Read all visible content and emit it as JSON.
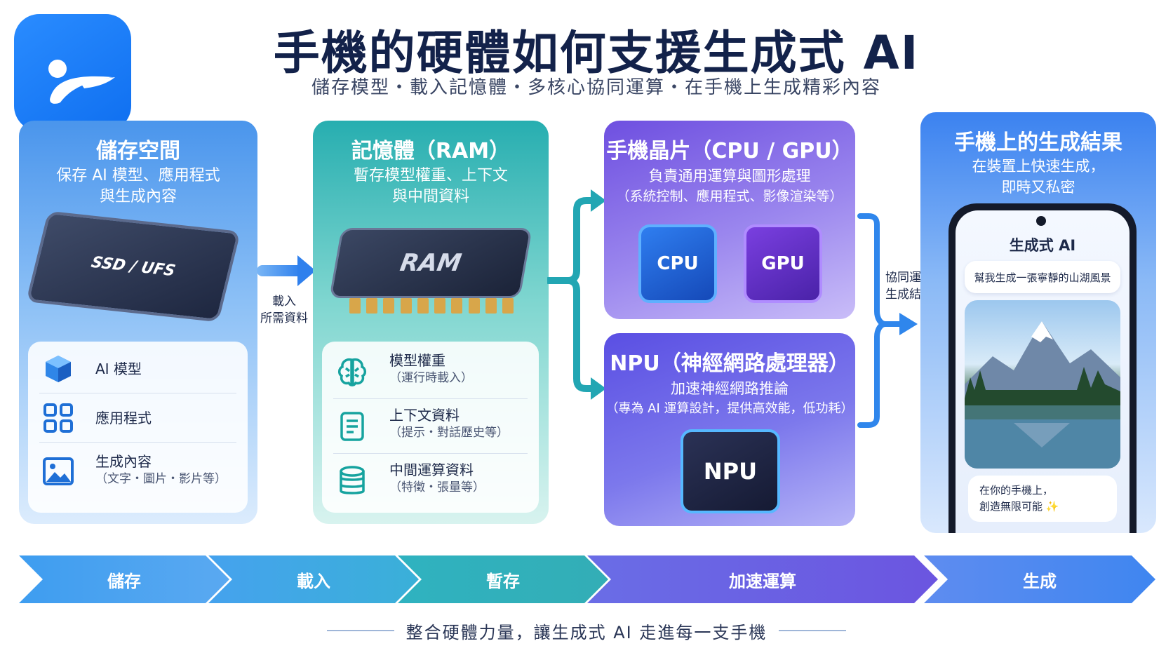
{
  "title": "手機的硬體如何支援生成式 AI",
  "subtitle": "儲存模型・載入記憶體・多核心協同運算・在手機上生成精彩內容",
  "storage": {
    "title": "儲存空間",
    "desc_line1": "保存 AI 模型、應用程式",
    "desc_line2": "與生成內容",
    "chip_label": "SSD / UFS",
    "items": [
      {
        "label": "AI 模型",
        "sub": "",
        "icon": "cube-icon"
      },
      {
        "label": "應用程式",
        "sub": "",
        "icon": "apps-grid-icon"
      },
      {
        "label": "生成內容",
        "sub": "（文字・圖片・影片等）",
        "icon": "image-icon"
      }
    ]
  },
  "load_label_line1": "載入",
  "load_label_line2": "所需資料",
  "ram": {
    "title": "記憶體（RAM）",
    "desc_line1": "暫存模型權重、上下文",
    "desc_line2": "與中間資料",
    "chip_label": "RAM",
    "items": [
      {
        "label": "模型權重",
        "sub": "（運行時載入）",
        "icon": "brain-icon"
      },
      {
        "label": "上下文資料",
        "sub": "（提示・對話歷史等）",
        "icon": "document-icon"
      },
      {
        "label": "中間運算資料",
        "sub": "（特徵・張量等）",
        "icon": "database-icon"
      }
    ]
  },
  "cpu_gpu": {
    "title": "手機晶片（CPU / GPU）",
    "desc_line1": "負責通用運算與圖形處理",
    "desc_line2": "（系統控制、應用程式、影像渲染等）",
    "cpu_label": "CPU",
    "gpu_label": "GPU"
  },
  "npu": {
    "title": "NPU（神經網路處理器）",
    "desc_line1": "加速神經網路推論",
    "desc_line2": "（專為 AI 運算設計，提供高效能，低功耗）",
    "chip_label": "NPU"
  },
  "coop_label_line1": "協同運算",
  "coop_label_line2": "生成結果",
  "result": {
    "title": "手機上的生成結果",
    "desc_line1": "在裝置上快速生成，",
    "desc_line2": "即時又私密",
    "app_title": "生成式 AI",
    "prompt": "幫我生成一張寧靜的山湖風景",
    "reply_line1": "在你的手機上，",
    "reply_line2": "創造無限可能 ✨"
  },
  "flow": [
    "儲存",
    "載入",
    "暫存",
    "加速運算",
    "生成"
  ],
  "footer": "整合硬體力量，讓生成式 AI 走進每一支手機",
  "colors": {
    "brand_blue": "#1f7af0",
    "storage": "#4a95ec",
    "ram": "#27aeb0",
    "cpu_gpu": "#6e4fe0",
    "npu": "#5a4fe3",
    "result": "#3b82f0",
    "title_text": "#13224a"
  }
}
